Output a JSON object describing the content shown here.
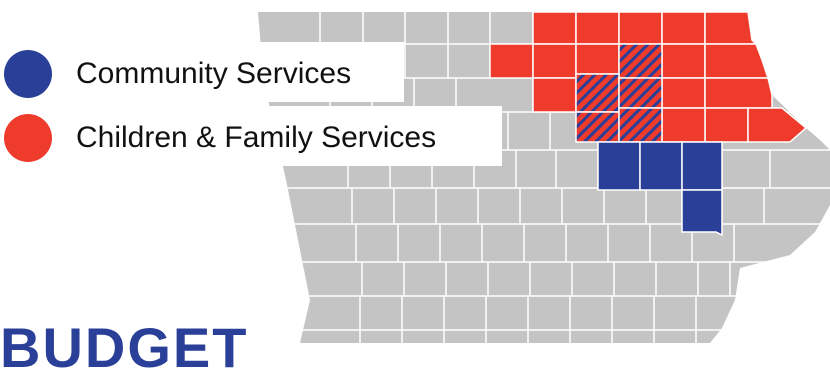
{
  "legend": {
    "items": [
      {
        "label": "Community Services",
        "color": "#2a3f98"
      },
      {
        "label": "Children & Family Services",
        "color": "#ee3b2c"
      }
    ]
  },
  "heading": {
    "text": "BUDGET",
    "color": "#2a3f98"
  },
  "map": {
    "base_color": "#c4c4c4",
    "border_color": "#ffffff",
    "counties": [
      {
        "name": "children-family-county",
        "service": "Children & Family Services",
        "fill": "#ee3b2c"
      },
      {
        "name": "community-county",
        "service": "Community Services",
        "fill": "#2a3f98"
      },
      {
        "name": "shared-county",
        "service": "Community Services + Children & Family Services",
        "fill": "hatched"
      }
    ]
  }
}
